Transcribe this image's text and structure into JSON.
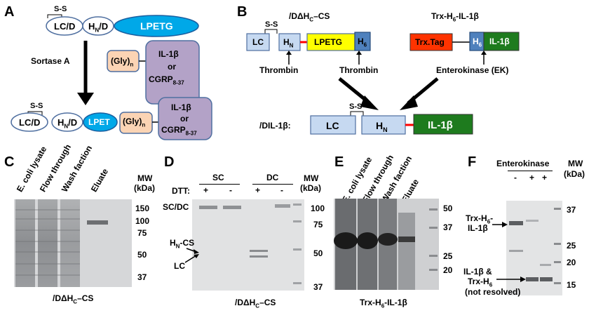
{
  "panels": {
    "a": "A",
    "b": "B",
    "c": "C",
    "d": "D",
    "e": "E",
    "f": "F"
  },
  "panelA": {
    "ss_top": "S-S",
    "lcd": "LC/D",
    "hnd": "H",
    "hnd_sub": "N",
    "hnd_tail": "/D",
    "lpetg": "LPETG",
    "sortase": "Sortase A",
    "gly": "(Gly)",
    "gly_sub": "n",
    "il1b": "IL-1β",
    "or": "or",
    "cgrp": "CGRP",
    "cgrp_sub": "8-37",
    "ss_bottom": "S-S",
    "lcd2": "LC/D",
    "hnd2": "H",
    "hnd2_sub": "N",
    "hnd2_tail": "/D",
    "lpet": "LPET",
    "gly2": "(Gly)",
    "gly2_sub": "n",
    "il1b2": "IL-1β",
    "or2": "or",
    "cgrp2": "CGRP",
    "cgrp2_sub": "8-37"
  },
  "panelB": {
    "title1": "/DΔH",
    "title1_sub": "C",
    "title1_tail": "–CS",
    "title2": "Trx-H",
    "title2_sub": "6",
    "title2_tail": "-IL-1β",
    "ss": "S-S",
    "lc": "LC",
    "hn": "H",
    "hn_sub": "N",
    "lpetg": "LPETG",
    "h6": "H",
    "h6_sub": "6",
    "thrombin1": "Thrombin",
    "thrombin2": "Thrombin",
    "trxtag": "Trx.Tag",
    "h6b": "H",
    "h6b_sub": "6",
    "il1b": "IL-1β",
    "ek": "Enterokinase  (EK)",
    "product": "/DIL-1β:",
    "ss2": "S-S",
    "lc2": "LC",
    "hn2": "H",
    "hn2_sub": "N",
    "il1b2": "IL-1β"
  },
  "panelC": {
    "lanes": [
      "E. coli lysate",
      "Flow through",
      "Wash faction",
      "Eluate"
    ],
    "mw_title": "MW",
    "mw_unit": "(kDa)",
    "markers": [
      "150",
      "100",
      "75",
      "50",
      "37"
    ],
    "caption": "/DΔH",
    "caption_sub": "C",
    "caption_tail": "–CS"
  },
  "panelD": {
    "sc": "SC",
    "dc": "DC",
    "dtt": "DTT:",
    "signs": [
      "+",
      "-",
      "+",
      "-"
    ],
    "mw_title": "MW",
    "mw_unit": "(kDa)",
    "markers": [
      "100",
      "75",
      "50",
      "37"
    ],
    "scdc": "SC/DC",
    "hncs": "H",
    "hncs_sub": "N",
    "hncs_tail": "-CS",
    "lc": "LC",
    "caption": "/DΔH",
    "caption_sub": "C",
    "caption_tail": "–CS"
  },
  "panelE": {
    "lanes": [
      "E. coli lysate",
      "Flow through",
      "Wash faction",
      "Eluate"
    ],
    "markers": [
      "50",
      "37",
      "25",
      "20"
    ],
    "caption": "Trx-H",
    "caption_sub": "6",
    "caption_tail": "-IL-1β"
  },
  "panelF": {
    "ek": "Enterokinase",
    "signs": [
      "-",
      "+",
      "+"
    ],
    "mw_title": "MW",
    "mw_unit": "(kDa)",
    "markers": [
      "37",
      "25",
      "20",
      "15"
    ],
    "trx1": "Trx-H",
    "trx1_sub": "6",
    "trx1_tail": "-",
    "trx1_b": "IL-1β",
    "il1b_and": "IL-1β &",
    "trx2": "Trx-H",
    "trx2_sub": "6",
    "notres": "(not resolved)"
  },
  "colors": {
    "light_blue": "#c6d9f1",
    "box_border": "#4f6fa0",
    "lpetg_blue": "#00a8e8",
    "yellow": "#ffff00",
    "h6_blue": "#4f81bd",
    "trx_red": "#ff3300",
    "green": "#1e7b1e",
    "peach": "#fbd4b4",
    "purple": "#b3a2c7",
    "linker_red": "#ff0000"
  }
}
